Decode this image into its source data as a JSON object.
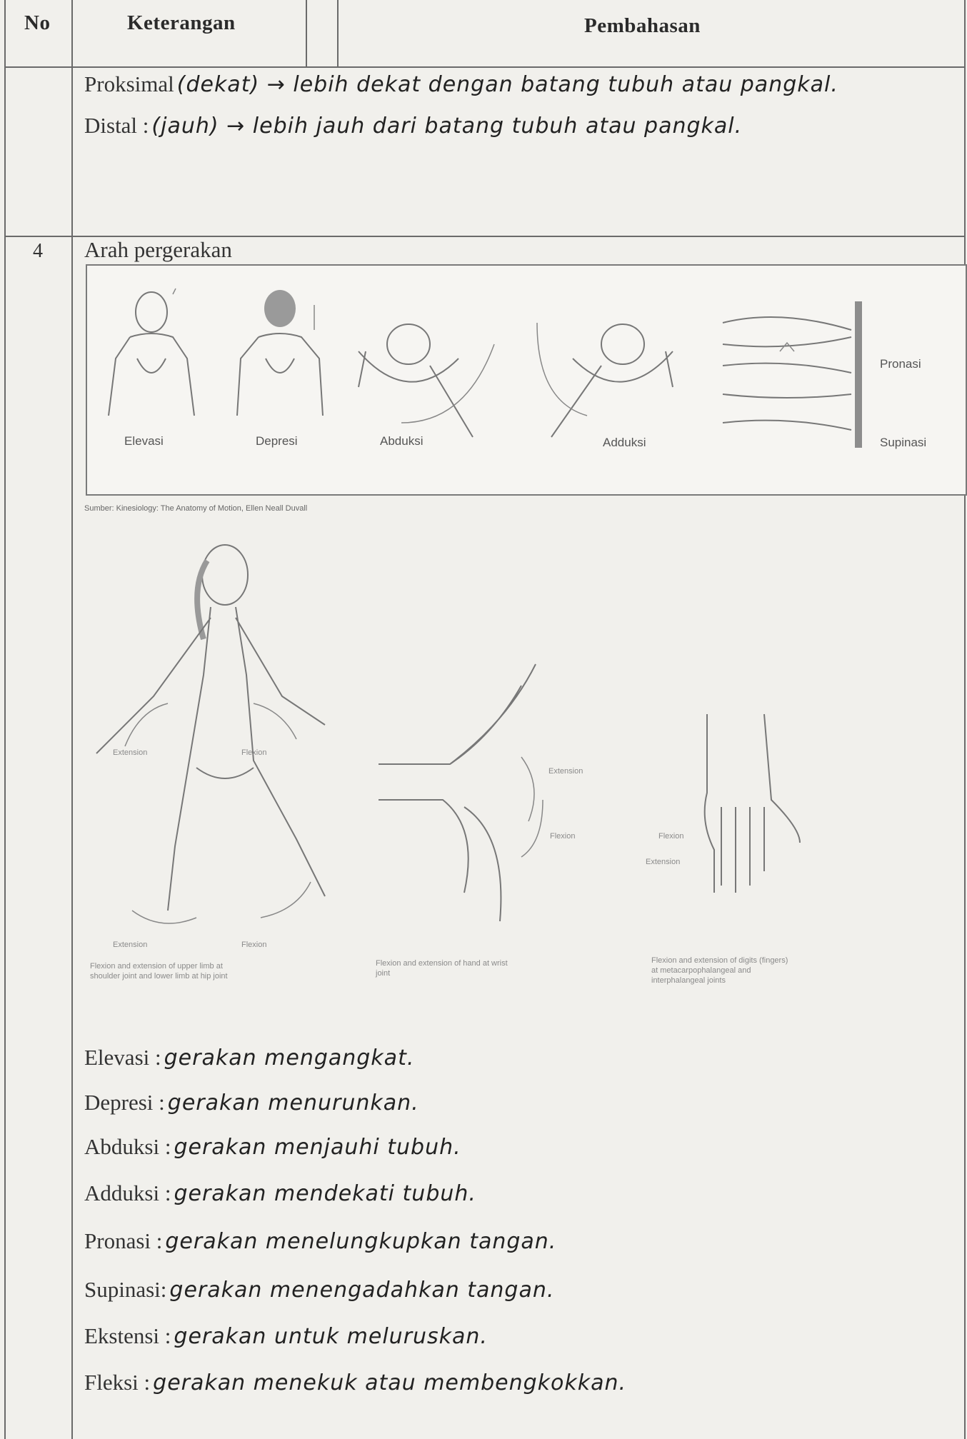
{
  "header": {
    "no": "No",
    "keterangan": "Keterangan",
    "pembahasan": "Pembahasan"
  },
  "row3": {
    "proksimal_label": "Proksimal",
    "proksimal_text": "(dekat) → lebih dekat dengan batang tubuh atau pangkal.",
    "distal_label": "Distal :",
    "distal_text": "(jauh) → lebih jauh dari batang tubuh atau pangkal."
  },
  "row4": {
    "number": "4",
    "title": "Arah pergerakan",
    "figure_labels": {
      "elevasi": "Elevasi",
      "depresi": "Depresi",
      "abduksi": "Abduksi",
      "adduksi": "Adduksi",
      "pronasi": "Pronasi",
      "supinasi": "Supinasi"
    },
    "source": "Sumber: Kinesiology: The Anatomy of Motion, Ellen Neall Duvall",
    "lower_labels": {
      "extension_1": "Extension",
      "flexion_1": "Flexion",
      "extension_2": "Extension",
      "flexion_2": "Flexion",
      "extension_3": "Extension",
      "flexion_3": "Flexion",
      "flexion_4": "Flexion",
      "extension_4": "Extension"
    },
    "captions": {
      "body": "Flexion and extension of upper limb at shoulder joint and lower limb at hip joint",
      "wrist": "Flexion and extension of hand at wrist joint",
      "fingers": "Flexion and extension of digits (fingers) at metacarpophalangeal and interphalangeal joints"
    },
    "definitions": [
      {
        "term": "Elevasi :",
        "text": "gerakan mengangkat."
      },
      {
        "term": "Depresi :",
        "text": "gerakan menurunkan."
      },
      {
        "term": "Abduksi :",
        "text": "gerakan menjauhi tubuh."
      },
      {
        "term": "Adduksi :",
        "text": "gerakan mendekati tubuh."
      },
      {
        "term": "Pronasi :",
        "text": "gerakan menelungkupkan tangan."
      },
      {
        "term": "Supinasi:",
        "text": "gerakan menengadahkan tangan."
      },
      {
        "term": "Ekstensi :",
        "text": "gerakan untuk meluruskan."
      },
      {
        "term": "Fleksi :",
        "text": "gerakan menekuk atau membengkokkan."
      }
    ]
  }
}
